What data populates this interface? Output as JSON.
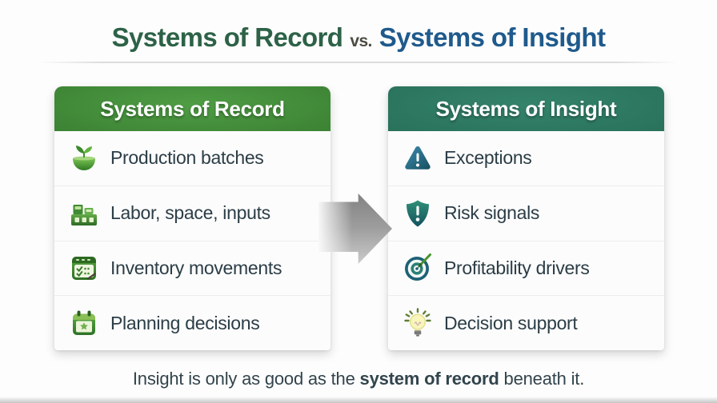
{
  "title": {
    "record": "Systems of Record",
    "vs": "vs.",
    "insight": "Systems of Insight"
  },
  "record_card": {
    "header": "Systems of Record",
    "items": [
      {
        "icon": "seedling-icon",
        "label": "Production batches"
      },
      {
        "icon": "blocks-icon",
        "label": "Labor, space, inputs"
      },
      {
        "icon": "checklist-icon",
        "label": "Inventory movements"
      },
      {
        "icon": "calendar-icon",
        "label": "Planning decisions"
      }
    ]
  },
  "insight_card": {
    "header": "Systems of Insight",
    "items": [
      {
        "icon": "warning-triangle-icon",
        "label": "Exceptions"
      },
      {
        "icon": "shield-alert-icon",
        "label": "Risk signals"
      },
      {
        "icon": "target-icon",
        "label": "Profitability drivers"
      },
      {
        "icon": "lightbulb-icon",
        "label": "Decision support"
      }
    ]
  },
  "caption": {
    "prefix": "Insight is only as good as the ",
    "emphasis": "system of record",
    "suffix": " beneath it."
  },
  "colors": {
    "title_record": "#2d6247",
    "title_vs": "#4c4c44",
    "title_insight": "#1f5a8c",
    "record_header_light": "#4f9d45",
    "record_header_dark": "#2c6527",
    "insight_header_light": "#35836b",
    "insight_header_dark": "#1d584a",
    "item_text": "#2b3d46",
    "caption_text": "#32444c",
    "arrow_dark": "#828282",
    "arrow_light": "#cbcbcb",
    "divider": "#dcdcdc"
  }
}
